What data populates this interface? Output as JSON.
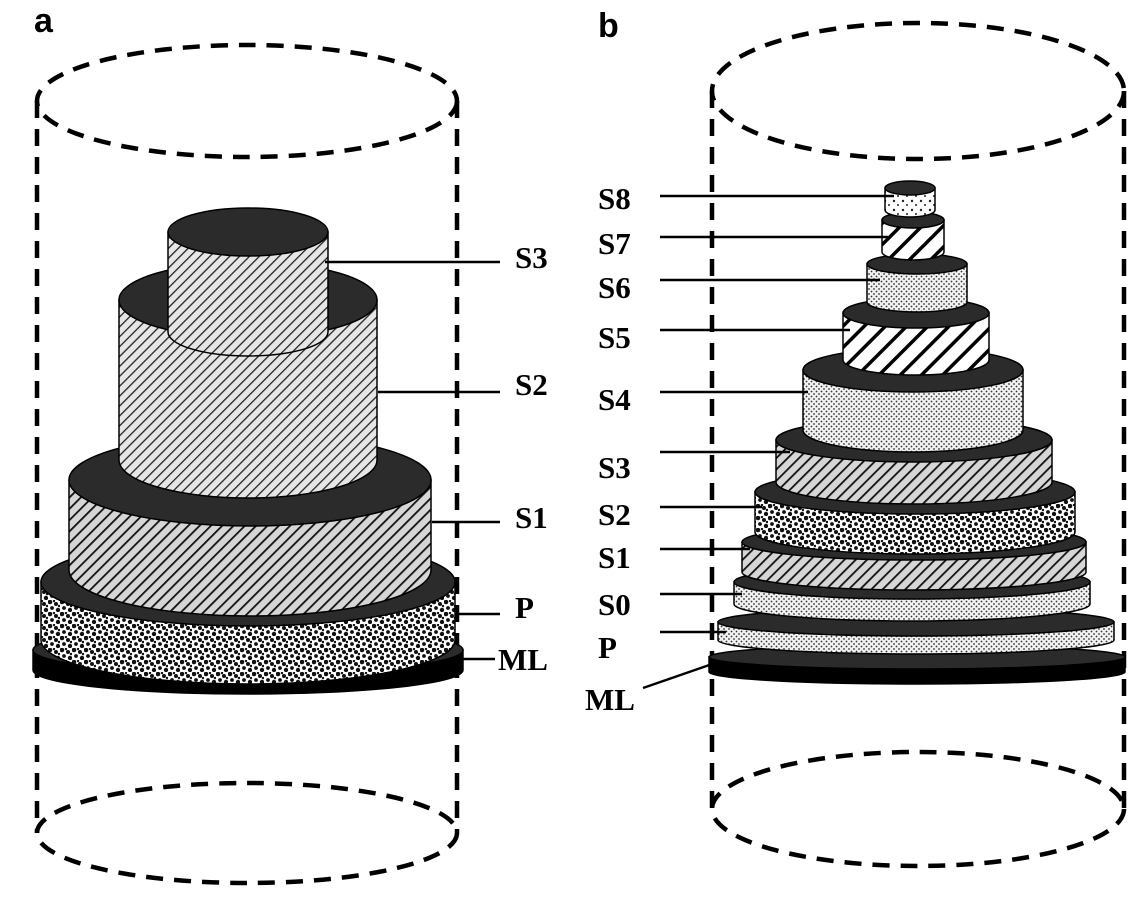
{
  "panels": [
    {
      "letter": "a",
      "layers": [
        {
          "label": "S3",
          "pattern": "diag-fine"
        },
        {
          "label": "S2",
          "pattern": "diag-fine"
        },
        {
          "label": "S1",
          "pattern": "diag-medium"
        },
        {
          "label": "P",
          "pattern": "granular"
        },
        {
          "label": "ML",
          "pattern": "solid"
        }
      ]
    },
    {
      "letter": "b",
      "layers": [
        {
          "label": "S8",
          "pattern": "dots-sparse"
        },
        {
          "label": "S7",
          "pattern": "diag-bold"
        },
        {
          "label": "S6",
          "pattern": "dots"
        },
        {
          "label": "S5",
          "pattern": "diag-bold"
        },
        {
          "label": "S4",
          "pattern": "dots"
        },
        {
          "label": "S3",
          "pattern": "diag-medium"
        },
        {
          "label": "S2",
          "pattern": "granular"
        },
        {
          "label": "S1",
          "pattern": "diag-medium"
        },
        {
          "label": "S0",
          "pattern": "dots"
        },
        {
          "label": "P",
          "pattern": "dots"
        },
        {
          "label": "ML",
          "pattern": "solid"
        }
      ]
    }
  ],
  "colors": {
    "ink": "#000000",
    "body_dark": "#2b2b2b",
    "background": "#ffffff"
  }
}
